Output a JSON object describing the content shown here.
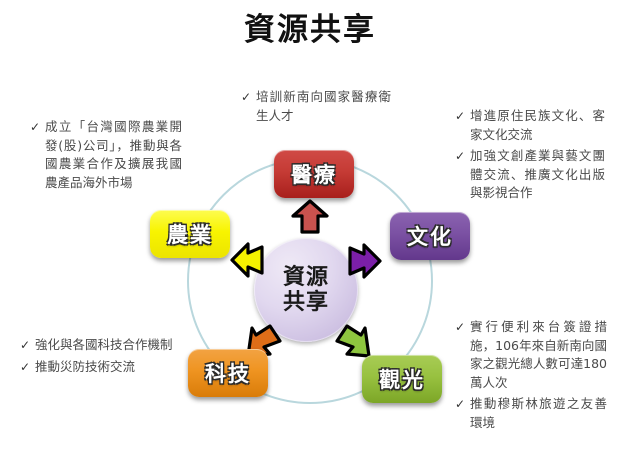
{
  "title": "資源共享",
  "center": {
    "line1": "資源",
    "line2": "共享",
    "color": "#cdc0e2"
  },
  "nodes": [
    {
      "id": "med",
      "label": "醫療",
      "color": "#c53b35",
      "arrow_direction": "up"
    },
    {
      "id": "cult",
      "label": "文化",
      "color": "#7b51a3",
      "arrow_direction": "right"
    },
    {
      "id": "tour",
      "label": "觀光",
      "color": "#98c140",
      "arrow_direction": "down-right"
    },
    {
      "id": "tech",
      "label": "科技",
      "color": "#ef9421",
      "arrow_direction": "down-left"
    },
    {
      "id": "agri",
      "label": "農業",
      "color": "#f8f400",
      "arrow_direction": "left"
    }
  ],
  "ring_color": "#b9d7dd",
  "notes": {
    "agriculture": {
      "bullets": [
        "成立「台灣國際農業開發(股)公司」，推動與各國農業合作及擴展我國農產品海外市場"
      ]
    },
    "medical": {
      "bullets": [
        "培訓新南向國家醫療衛生人才"
      ]
    },
    "culture": {
      "bullets": [
        "增進原住民族文化、客家文化交流",
        "加強文創產業與藝文團體交流、推廣文化出版與影視合作"
      ]
    },
    "technology": {
      "bullets": [
        "強化與各國科技合作機制",
        "推動災防技術交流"
      ]
    },
    "tourism": {
      "bullets": [
        "實行便利來台簽證措施，106年來自新南向國家之觀光總人數可達180萬人次",
        "推動穆斯林旅遊之友善環境"
      ]
    }
  },
  "tick_glyph": "✓"
}
